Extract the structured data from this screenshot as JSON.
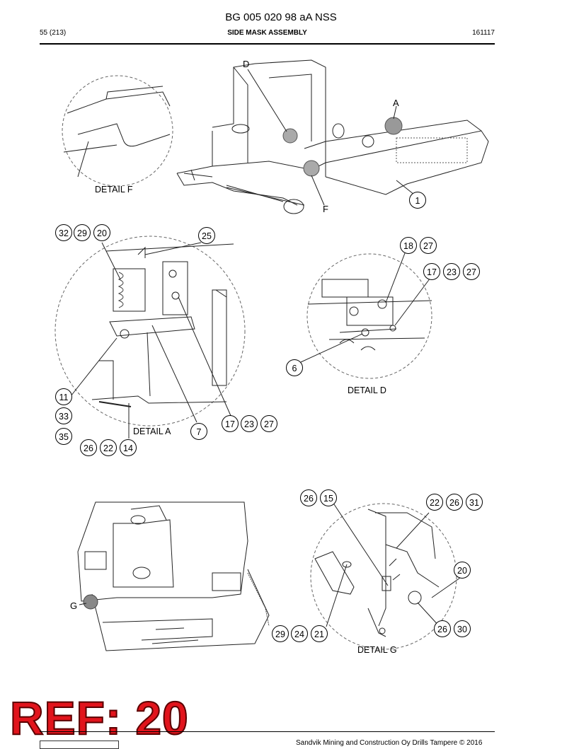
{
  "header": {
    "title": "BG 005 020 98 aA NSS",
    "page": "55 (213)",
    "section": "SIDE MASK ASSEMBLY",
    "date": "161117"
  },
  "view_letters": {
    "d_main": "D",
    "a_main": "A",
    "f_main": "F",
    "g_main": "G"
  },
  "captions": {
    "detail_f": "DETAIL F",
    "detail_a": "DETAIL A",
    "detail_d": "DETAIL D",
    "detail_g": "DETAIL G"
  },
  "callouts": {
    "main_1": "1",
    "a_32": "32",
    "a_29": "29",
    "a_20": "20",
    "a_25": "25",
    "a_11": "11",
    "a_33": "33",
    "a_35": "35",
    "a_26": "26",
    "a_22": "22",
    "a_14": "14",
    "a_7": "7",
    "a_17": "17",
    "a_23": "23",
    "a_27": "27",
    "d_18": "18",
    "d_27a": "27",
    "d_17": "17",
    "d_23": "23",
    "d_27b": "27",
    "d_6": "6",
    "g_26a": "26",
    "g_15": "15",
    "g_22": "22",
    "g_26b": "26",
    "g_31": "31",
    "g_20": "20",
    "g_26c": "26",
    "g_30": "30",
    "g_29": "29",
    "g_24": "24",
    "g_21": "21"
  },
  "watermark": "REF: 20",
  "footer": {
    "copyright": "Sandvik Mining and Construction Oy Drills Tampere © 2016"
  }
}
